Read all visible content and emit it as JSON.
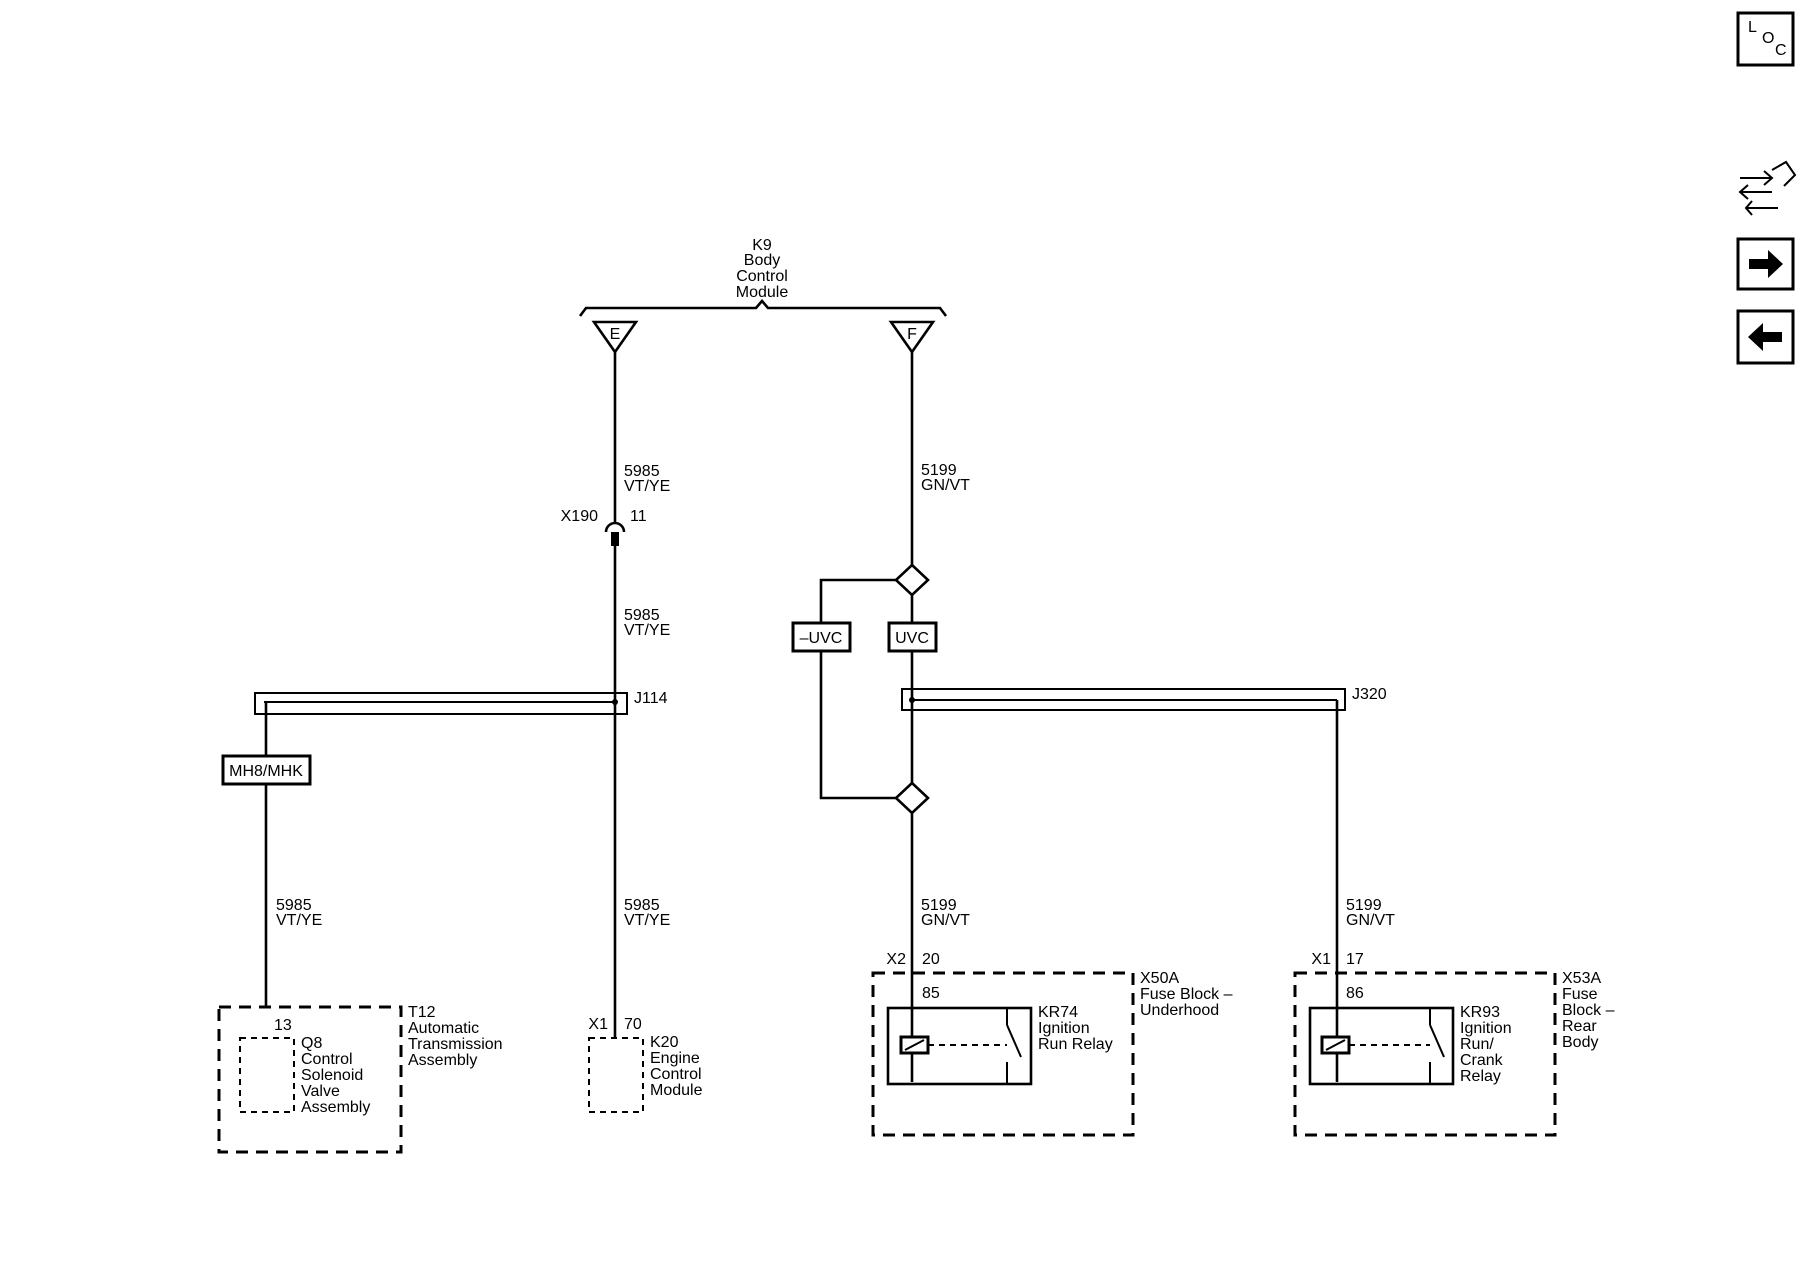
{
  "toolbar": {
    "loc_label_l": "L",
    "loc_label_o": "O",
    "loc_label_c": "C"
  },
  "module_k9": {
    "id": "K9",
    "line1": "Body",
    "line2": "Control",
    "line3": "Module",
    "pin_e": "E",
    "pin_f": "F"
  },
  "circuit_5985": {
    "number": "5985",
    "color": "VT/YE"
  },
  "circuit_5199": {
    "number": "5199",
    "color": "GN/VT"
  },
  "inline_connector": {
    "name": "X190",
    "pin": "11"
  },
  "splices": {
    "left": "J114",
    "right": "J320"
  },
  "options": {
    "mh8": "MH8/MHK",
    "neg_uvc": "–UVC",
    "uvc": "UVC"
  },
  "t12": {
    "pin": "13",
    "id": "T12",
    "line1": "Automatic",
    "line2": "Transmission",
    "line3": "Assembly",
    "q8_id": "Q8",
    "q8_line1": "Control",
    "q8_line2": "Solenoid",
    "q8_line3": "Valve",
    "q8_line4": "Assembly"
  },
  "k20": {
    "connector": "X1",
    "pin": "70",
    "id": "K20",
    "line1": "Engine",
    "line2": "Control",
    "line3": "Module"
  },
  "x50a": {
    "connector": "X2",
    "pin": "20",
    "relay_pin": "85",
    "id": "X50A",
    "line1": "Fuse Block –",
    "line2": "Underhood",
    "relay_id": "KR74",
    "relay_line1": "Ignition",
    "relay_line2": "Run Relay"
  },
  "x53a": {
    "connector": "X1",
    "pin": "17",
    "relay_pin": "86",
    "id": "X53A",
    "line1": "Fuse",
    "line2": "Block –",
    "line3": "Rear",
    "line4": "Body",
    "relay_id": "KR93",
    "relay_line1": "Ignition",
    "relay_line2": "Run/",
    "relay_line3": "Crank",
    "relay_line4": "Relay"
  }
}
